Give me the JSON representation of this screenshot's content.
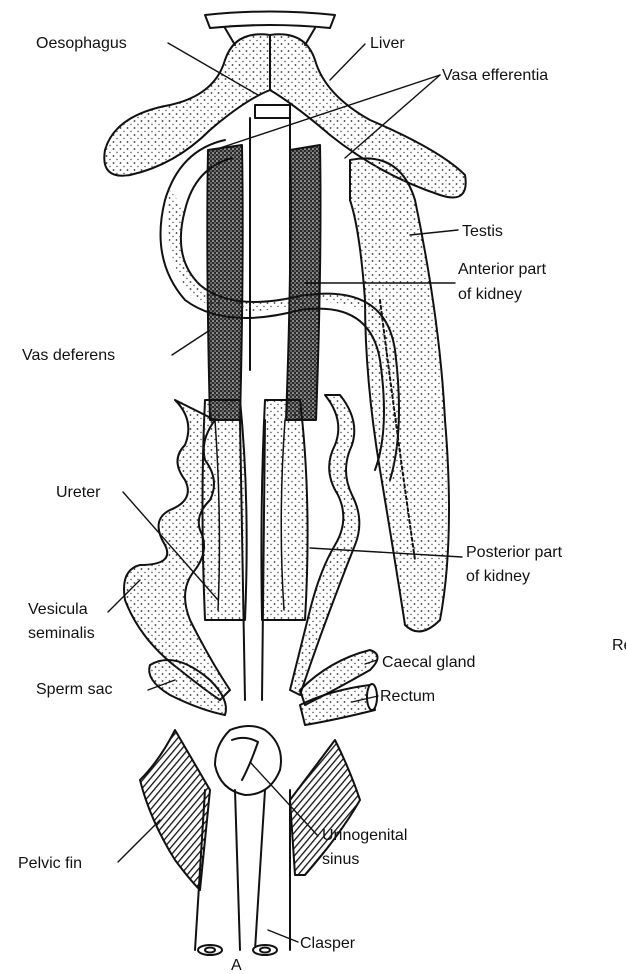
{
  "labels": {
    "oesophagus": "Oesophagus",
    "liver": "Liver",
    "vasa_efferentia": "Vasa efferentia",
    "testis": "Testis",
    "anterior_kidney_1": "Anterior part",
    "anterior_kidney_2": "of kidney",
    "vas_deferens": "Vas deferens",
    "ureter": "Ureter",
    "posterior_kidney_1": "Posterior part",
    "posterior_kidney_2": "of kidney",
    "vesicula_1": "Vesicula",
    "vesicula_2": "seminalis",
    "caecal_gland": "Caecal gland",
    "sperm_sac": "Sperm sac",
    "rectum": "Rectum",
    "pelvic_fin": "Pelvic fin",
    "urinogenital_1": "Urinogenital",
    "urinogenital_2": "sinus",
    "clasper": "Clasper",
    "figure_letter": "A",
    "edge_fragment": "Re"
  }
}
